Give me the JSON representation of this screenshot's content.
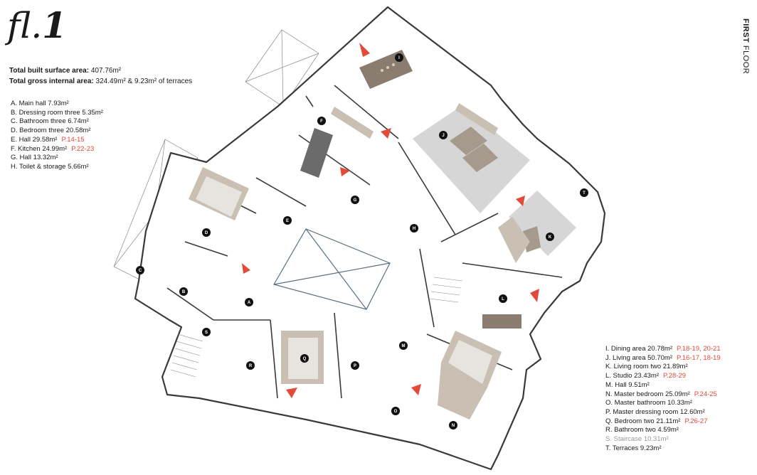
{
  "title": {
    "prefix": "fl.",
    "number": "1"
  },
  "floor_label": {
    "bold": "FIRST",
    "light": "FLOOR"
  },
  "stats": {
    "built_label": "Total built surface area:",
    "built_value": "407.76m²",
    "gross_label": "Total gross internal area:",
    "gross_value": "324.49m² & 9.23m² of terraces"
  },
  "rooms_left": [
    {
      "text": "A.  Main hall 7.93m²",
      "page": ""
    },
    {
      "text": "B.  Dressing room three 5.35m²",
      "page": ""
    },
    {
      "text": "C.  Bathroom three 6.74m²",
      "page": ""
    },
    {
      "text": "D.  Bedroom three 20.58m²",
      "page": ""
    },
    {
      "text": "E.  Hall 29.58m²",
      "page": "P.14-15"
    },
    {
      "text": "F.  Kitchen 24.99m²",
      "page": "P.22-23"
    },
    {
      "text": "G.  Hall 13.32m²",
      "page": ""
    },
    {
      "text": "H.  Toilet & storage 5.66m²",
      "page": ""
    }
  ],
  "rooms_right": [
    {
      "text": "I.   Dining area 20.78m²",
      "page": "P.18-19, 20-21"
    },
    {
      "text": "J.  Living area 50.70m²",
      "page": "P.16-17, 18-19"
    },
    {
      "text": "K.  Living room two 21.89m²",
      "page": ""
    },
    {
      "text": "L.  Studio 23.43m²",
      "page": "P.28-29"
    },
    {
      "text": "M.  Hall 9.51m²",
      "page": ""
    },
    {
      "text": "N.  Master bedroom 25.09m²",
      "page": "P.24-25"
    },
    {
      "text": "O.  Master bathroom 10.33m²",
      "page": ""
    },
    {
      "text": "P.  Master dressing room 12.60m²",
      "page": ""
    },
    {
      "text": "Q.  Bedroom two 21.11m²",
      "page": "P.26-27"
    },
    {
      "text": "R.  Bathroom two 4.59m²",
      "page": ""
    },
    {
      "text": "S.  Staircase 10.31m²",
      "page": ""
    },
    {
      "text": "T.  Terraces 9.23m²",
      "page": ""
    }
  ],
  "plan_tags": [
    "A",
    "B",
    "C",
    "D",
    "E",
    "F",
    "G",
    "H",
    "I",
    "J",
    "K",
    "L",
    "M",
    "N",
    "O",
    "P",
    "Q",
    "R",
    "S",
    "T"
  ],
  "colors": {
    "accent": "#e34a3b",
    "wall": "#3a3a3a",
    "furniture": "#c9bfb3",
    "rug": "#d6d6d6",
    "tag": "#111111"
  }
}
